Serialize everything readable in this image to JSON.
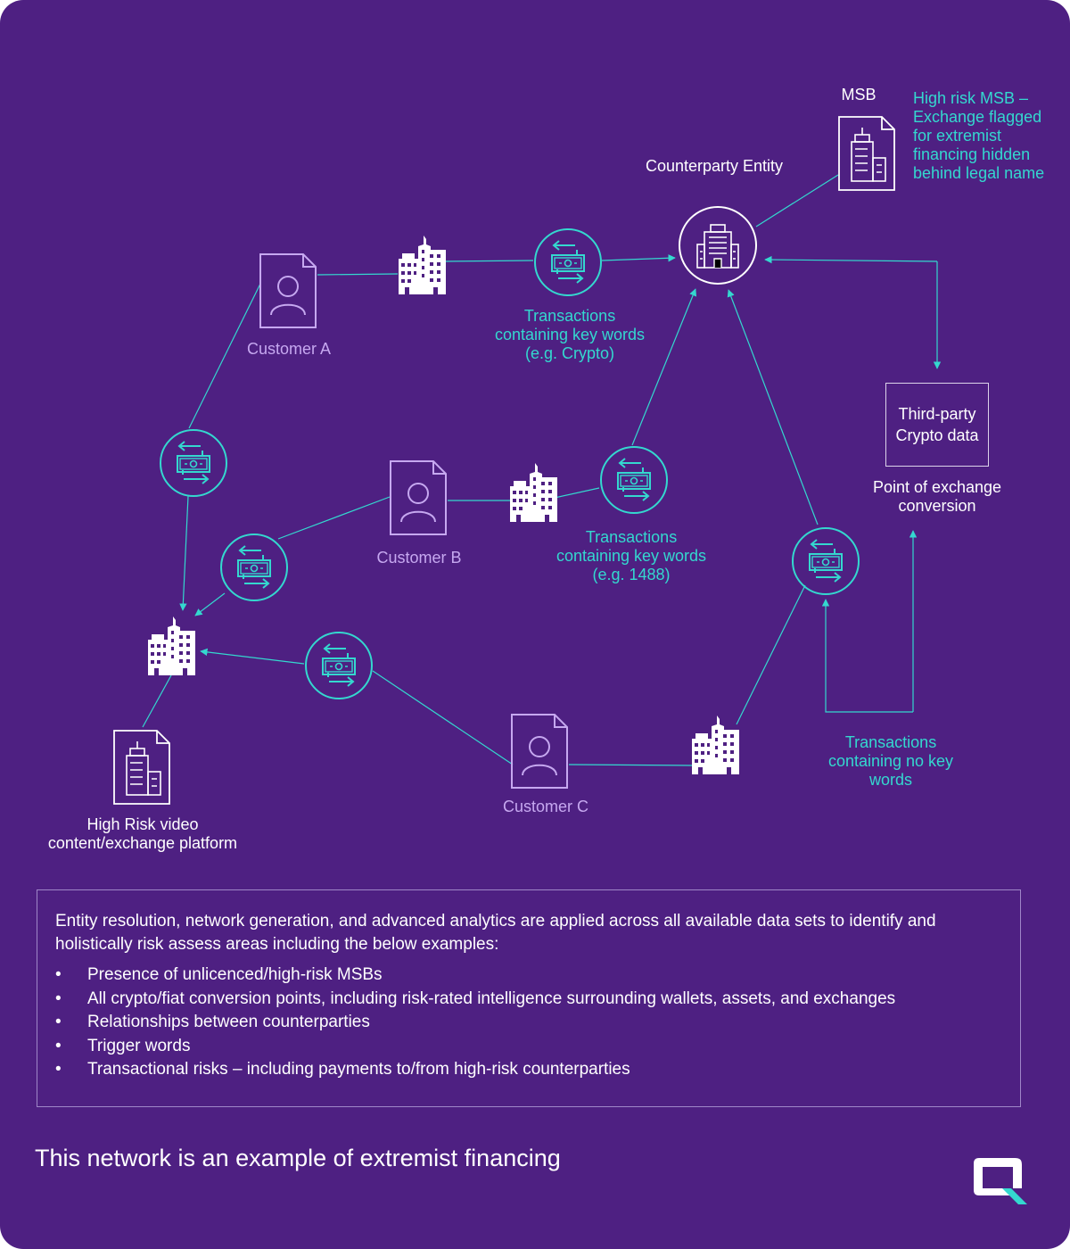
{
  "nodes": {
    "msb": {
      "title": "MSB",
      "note": "High risk MSB – Exchange flagged for extremist financing hidden behind legal name"
    },
    "counterparty": {
      "title": "Counterparty Entity"
    },
    "customer_a": {
      "label": "Customer A"
    },
    "customer_b": {
      "label": "Customer B"
    },
    "customer_c": {
      "label": "Customer C"
    },
    "third_party": {
      "label": "Third-party Crypto data",
      "caption": "Point of exchange conversion"
    },
    "platform": {
      "label": "High Risk video content/exchange platform"
    }
  },
  "edge_labels": {
    "crypto_keywords": "Transactions containing key words (e.g. Crypto)",
    "keywords_1488": "Transactions containing key words (e.g. 1488)",
    "no_keywords": "Transactions containing no key words"
  },
  "info": {
    "intro": "Entity resolution, network generation, and advanced analytics are applied across all available data sets to identify and holistically risk assess areas including the below examples:",
    "bullets": [
      "Presence of unlicenced/high-risk MSBs",
      "All crypto/fiat conversion points, including risk-rated intelligence surrounding wallets, assets, and exchanges",
      "Relationships between counterparties",
      "Trigger words",
      "Transactional risks – including payments to/from high-risk counterparties"
    ]
  },
  "footer": {
    "title": "This network is an example of extremist financing"
  },
  "colors": {
    "background": "#4e2082",
    "lilac": "#c6a8f0",
    "cyan": "#34d8cf",
    "white": "#ffffff",
    "logo": "#ffffff",
    "logo_accent": "#34d8cf"
  },
  "icons": {
    "customer": "person-document-icon",
    "company": "buildings-icon",
    "transaction": "money-transfer-icon",
    "msb": "building-document-icon",
    "counterparty": "office-building-icon",
    "logo": "brand-q-logo-icon"
  }
}
